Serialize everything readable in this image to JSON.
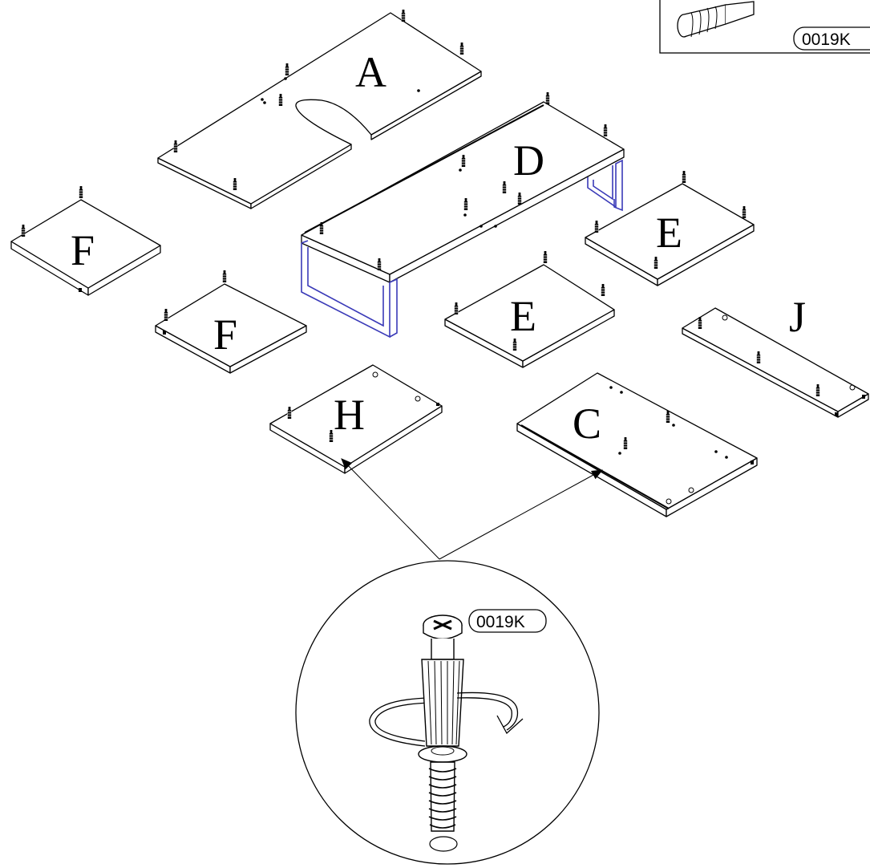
{
  "parts": {
    "A": "A",
    "D": "D",
    "F1": "F",
    "F2": "F",
    "E1": "E",
    "E2": "E",
    "J": "J",
    "H": "H",
    "C": "C"
  },
  "fastener": {
    "detail_code": "0019K",
    "inset_code": "0019K"
  },
  "colors": {
    "line": "#000000",
    "leg_frame": "#3a3ab8",
    "background": "#ffffff"
  }
}
